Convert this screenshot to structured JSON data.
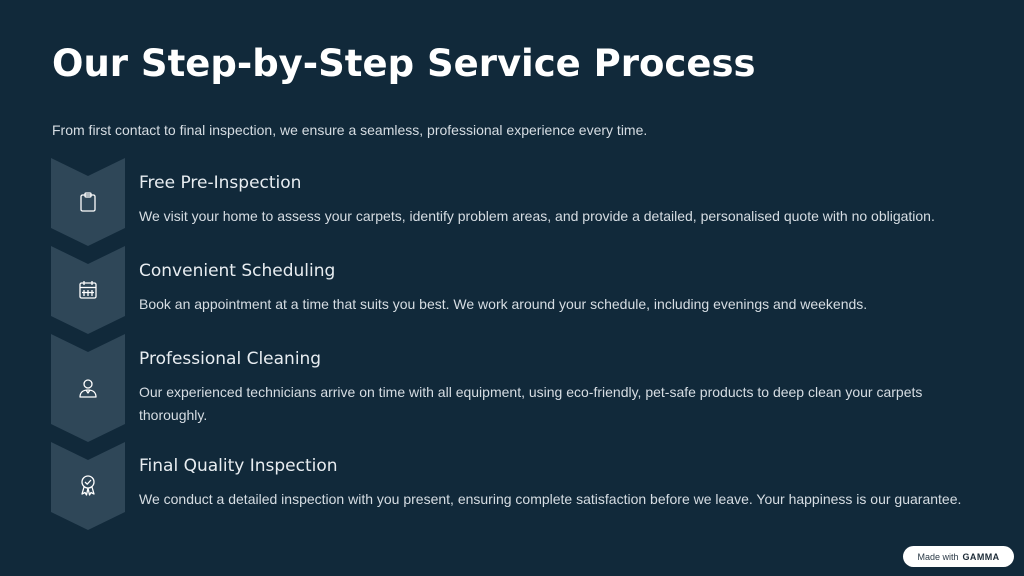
{
  "page": {
    "title": "Our Step-by-Step Service Process",
    "subtitle": "From first contact to final inspection, we ensure a seamless, professional experience every time."
  },
  "steps": [
    {
      "icon": "clipboard-icon",
      "title": "Free Pre-Inspection",
      "description": "We visit your home to assess your carpets, identify problem areas, and provide a detailed, personalised quote with no obligation."
    },
    {
      "icon": "calendar-icon",
      "title": "Convenient Scheduling",
      "description": "Book an appointment at a time that suits you best. We work around your schedule, including evenings and weekends."
    },
    {
      "icon": "technician-icon",
      "title": "Professional Cleaning",
      "description": "Our experienced technicians arrive on time with all equipment, using eco-friendly, pet-safe products to deep clean your carpets thoroughly."
    },
    {
      "icon": "award-badge-icon",
      "title": "Final Quality Inspection",
      "description": "We conduct a detailed inspection with you present, ensuring complete satisfaction before we leave. Your happiness is our guarantee."
    }
  ],
  "badge": {
    "prefix": "Made with",
    "brand": "GAMMA"
  },
  "colors": {
    "background": "#11293a",
    "chevron": "#2f4758",
    "text": "#ffffff",
    "muted_text": "#d6dde3"
  }
}
